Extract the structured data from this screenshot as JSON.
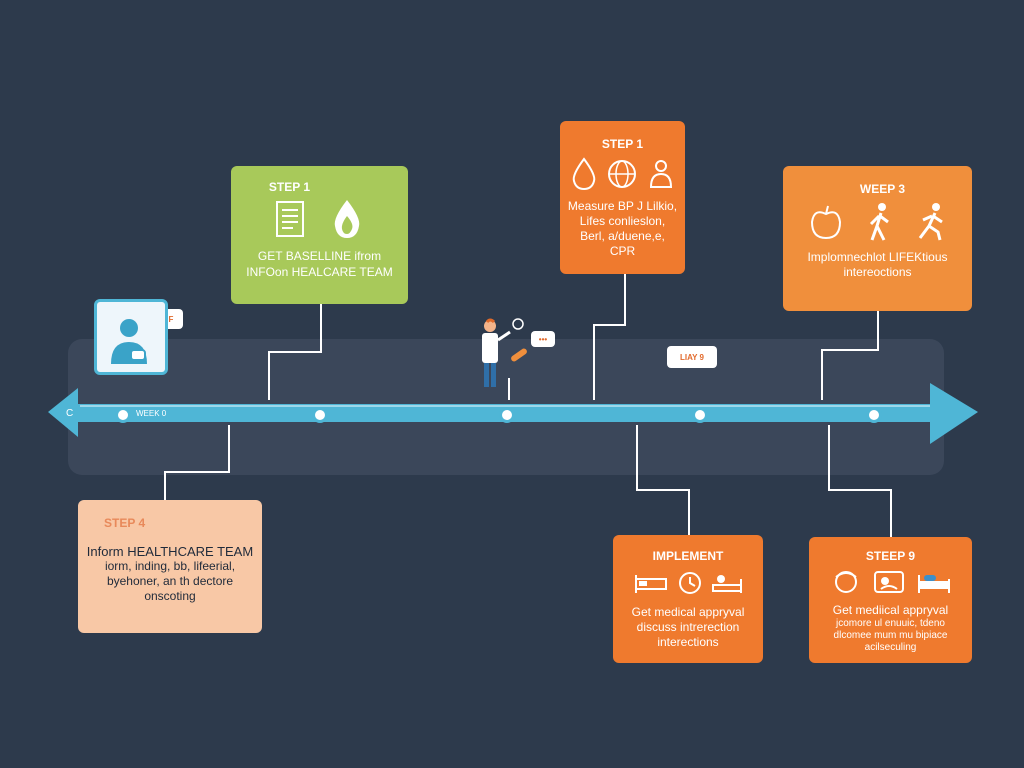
{
  "timeline": {
    "start_label": "C",
    "week_label": "WEEK 0",
    "callout_top": "LIAY 9",
    "callout_left": "SJF",
    "callout_doctor": "•••"
  },
  "cards": {
    "step1_green": {
      "step": "STEP 1",
      "line1": "GET BASELLINE ifrom",
      "line2": "INFOon HEALCARE TEAM"
    },
    "step1_orange": {
      "step": "STEP 1",
      "line1": "Measure BP J Lilkio,",
      "line2": "Lifes conlieslon,",
      "line3": "Berl, a/duene,e,",
      "line4": "CPR"
    },
    "weep3": {
      "step": "WEEP 3",
      "line1": "Implomnechlot LIFEKtious",
      "line2": "intereoctions"
    },
    "step4": {
      "step": "STEP 4",
      "line1": "Inform HEALTHCARE TEAM",
      "line2": "iorm, inding, bb, lifeerial,",
      "line3": "byehoner, an th dectore",
      "line4": "onscoting"
    },
    "implement": {
      "step": "IMPLEMENT",
      "line1": "Get medical appryval",
      "line2": "discuss intrerection",
      "line3": "interections"
    },
    "steep9": {
      "step": "STEEP 9",
      "line1": "Get mediical appryval",
      "line2": "jcomore ul enuuic, tdeno",
      "line3": "dlcomee mum mu bipiace",
      "line4": "acilseculing"
    }
  },
  "icons": {
    "green": [
      "document-icon",
      "flame-drop-icon"
    ],
    "orange_top": [
      "drop-icon",
      "globe-icon",
      "person-scale-icon"
    ],
    "weep3": [
      "apple-icon",
      "walking-icon",
      "running-icon"
    ],
    "implement": [
      "bed-icon",
      "clock-icon",
      "patient-icon"
    ],
    "steep9": [
      "face-icon",
      "bed-icon",
      "sleep-icon"
    ],
    "avatar": "user-avatar-icon",
    "doctor": "doctor-icon"
  },
  "colors": {
    "background": "#2d3a4c",
    "timeline": "#4fb6d6",
    "green": "#a8c95a",
    "orange": "#ef7a2e",
    "peach": "#f8c8a6"
  }
}
